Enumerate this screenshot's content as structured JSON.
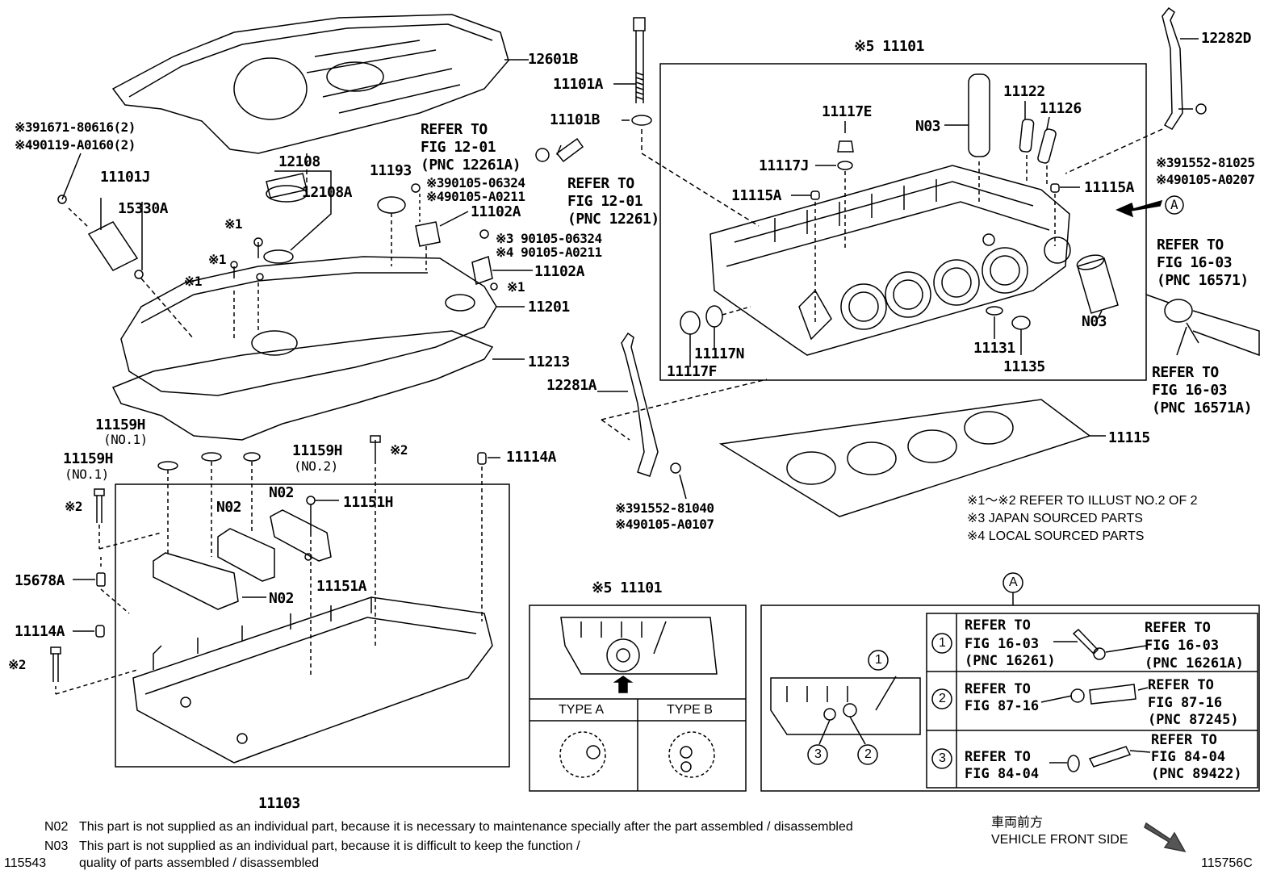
{
  "parts": {
    "cover": "12601B",
    "bolt_a": "11101A",
    "washer_b": "11101B",
    "head_title": "※5 11101",
    "bracket_d": "12282D",
    "cap": "12108",
    "cap_gasket": "12108A",
    "oil_seal": "11193",
    "sensor_j": "11101J",
    "sensor_o_ring": "15330A",
    "bolt_11102a_upper": "11102A",
    "bolt_11102a_lower": "11102A",
    "head_cover": "11201",
    "head_cover_gasket": "11213",
    "bracket_a": "12281A",
    "cyl_head_gasket": "11115",
    "plug_e": "11117E",
    "plug_j": "11117J",
    "pin_left": "11115A",
    "pin_right": "11115A",
    "guide_11122": "11122",
    "guide_11126": "11126",
    "n03_upper": "N03",
    "n03_lower": "N03",
    "plug_n": "11117N",
    "plug_f": "11117F",
    "seal_11131": "11131",
    "seal_11135": "11135",
    "gasket_h1": "11159H",
    "gasket_h1_sub": "(NO.1)",
    "gasket_h1b": "11159H",
    "gasket_h1b_sub": "(NO.1)",
    "gasket_h2": "11159H",
    "gasket_h2_sub": "(NO.2)",
    "pin_11114a_top": "11114A",
    "pin_11114a_left": "11114A",
    "n02_top": "N02",
    "n02_mid": "N02",
    "n02_lower": "N02",
    "bolt_11151h": "11151H",
    "pin_11151a": "11151A",
    "plug_15678a": "15678A",
    "housing": "11103"
  },
  "callouts": {
    "bolt_ref_left_1": "※391671-80616(2)",
    "bolt_ref_left_2": "※490119-A0160(2)",
    "bolt_ref_a_1": "※390105-06324",
    "bolt_ref_a_2": "※490105-A0211",
    "bolt_ref_b_1": "※3 90105-06324",
    "bolt_ref_b_2": "※4 90105-A0211",
    "bolt_ref_d_1": "※391552-81025",
    "bolt_ref_d_2": "※490105-A0207",
    "bolt_ref_bottom_1": "※391552-81040",
    "bolt_ref_bottom_2": "※490105-A0107",
    "mark1_a": "※1",
    "mark1_b": "※1",
    "mark1_c": "※1",
    "mark1_d": "※1",
    "mark2_a": "※2",
    "mark2_b": "※2",
    "mark2_c": "※2",
    "circle_a": "A"
  },
  "refers": {
    "r1_1": "REFER TO",
    "r1_2": "FIG 12-01",
    "r1_3": "(PNC 12261A)",
    "r2_1": "REFER TO",
    "r2_2": "FIG 12-01",
    "r2_3": "(PNC 12261)",
    "r3_1": "REFER TO",
    "r3_2": "FIG 16-03",
    "r3_3": "(PNC 16571)",
    "r4_1": "REFER TO",
    "r4_2": "FIG 16-03",
    "r4_3": "(PNC 16571A)"
  },
  "legend": {
    "l1": "※1～※2  REFER TO ILLUST NO.2 OF 2",
    "l2": "※3 JAPAN SOURCED PARTS",
    "l3": "※4 LOCAL SOURCED PARTS"
  },
  "type_box": {
    "title": "※5 11101",
    "type_a": "TYPE A",
    "type_b": "TYPE B"
  },
  "a_box": {
    "circle": "A",
    "rows": [
      {
        "num": "1",
        "left_1": "REFER TO",
        "left_2": "FIG 16-03",
        "left_3": "(PNC 16261)",
        "right_1": "REFER TO",
        "right_2": "FIG 16-03",
        "right_3": "(PNC 16261A)"
      },
      {
        "num": "2",
        "left_1": "REFER TO",
        "left_2": "FIG 87-16",
        "left_3": "",
        "right_1": "REFER TO",
        "right_2": "FIG 87-16",
        "right_3": "(PNC 87245)"
      },
      {
        "num": "3",
        "left_1": "REFER TO",
        "left_2": "FIG 84-04",
        "left_3": "",
        "right_1": "REFER TO",
        "right_2": "FIG 84-04",
        "right_3": "(PNC 89422)"
      }
    ],
    "mini_1": "1",
    "mini_2": "2",
    "mini_3": "3"
  },
  "footer": {
    "n02_tag": "N02",
    "n02_text": "This part is not supplied as an individual part, because it is necessary to maintenance specially after the part assembled / disassembled",
    "n03_tag": "N03",
    "n03_text": "This part is not supplied as an individual part, because it is difficult to keep the function /",
    "n03_text2": "quality of parts  assembled / disassembled",
    "code_left": "115543",
    "code_right": "115756C",
    "front_jp": "車両前方",
    "front_en": "VEHICLE FRONT SIDE"
  }
}
